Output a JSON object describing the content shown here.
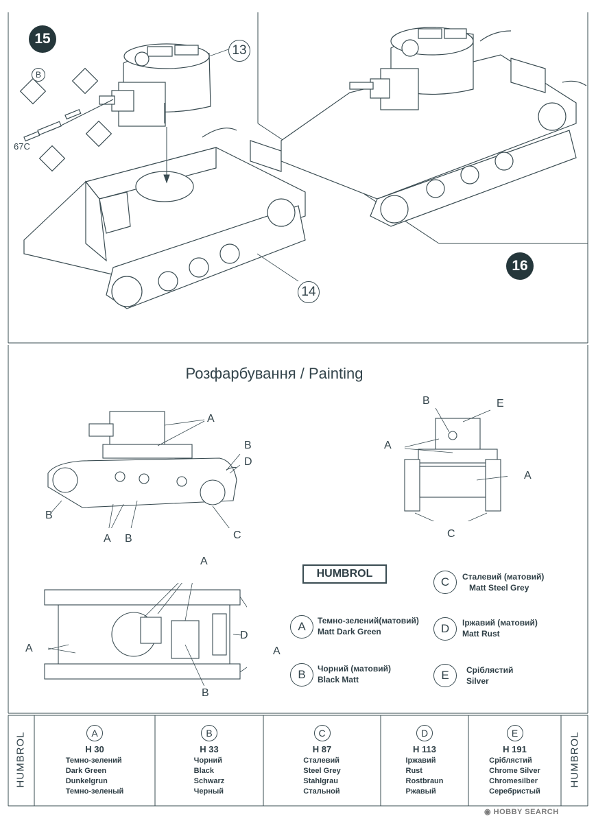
{
  "steps": {
    "step15": "15",
    "step16": "16"
  },
  "assembly_callouts": {
    "part13": "13",
    "part14": "14",
    "partB": "B",
    "part67c": "67C"
  },
  "painting": {
    "title": "Розфарбування / Painting",
    "letters": {
      "A": "A",
      "B": "B",
      "C": "C",
      "D": "D",
      "E": "E"
    }
  },
  "legend": {
    "brand": "HUMBROL",
    "items": [
      {
        "letter": "A",
        "ua": "Темно-зелений(матовий)",
        "en": "Matt Dark Green"
      },
      {
        "letter": "B",
        "ua": "Чорний (матовий)",
        "en": "Black Matt"
      },
      {
        "letter": "C",
        "ua": "Сталевий (матовий)",
        "en": "Matt Steel Grey"
      },
      {
        "letter": "D",
        "ua": "Іржавий (матовий)",
        "en": "Matt Rust"
      },
      {
        "letter": "E",
        "ua": "Сріблястий",
        "en": "Silver"
      }
    ]
  },
  "paint_table": {
    "side_label": "HUMBROL",
    "columns": [
      {
        "letter": "A",
        "code": "H 30",
        "names": [
          "Темно-зелений",
          "Dark Green",
          "Dunkelgrun",
          "Темно-зеленый"
        ]
      },
      {
        "letter": "B",
        "code": "H 33",
        "names": [
          "Чорний",
          "Black",
          "Schwarz",
          "Черный"
        ]
      },
      {
        "letter": "C",
        "code": "H 87",
        "names": [
          "Сталевий",
          "Steel Grey",
          "Stahlgrau",
          "Стальной"
        ]
      },
      {
        "letter": "D",
        "code": "H 113",
        "names": [
          "Іржавий",
          "Rust",
          "Rostbraun",
          "Ржавый"
        ]
      },
      {
        "letter": "E",
        "code": "H 191",
        "names": [
          "Сріблястий",
          "Chrome Silver",
          "Chromesilber",
          "Серебристый"
        ]
      }
    ]
  },
  "watermark": "HOBBY SEARCH",
  "colors": {
    "line": "#3a4c52",
    "badge": "#25373b",
    "paper": "#ffffff"
  }
}
